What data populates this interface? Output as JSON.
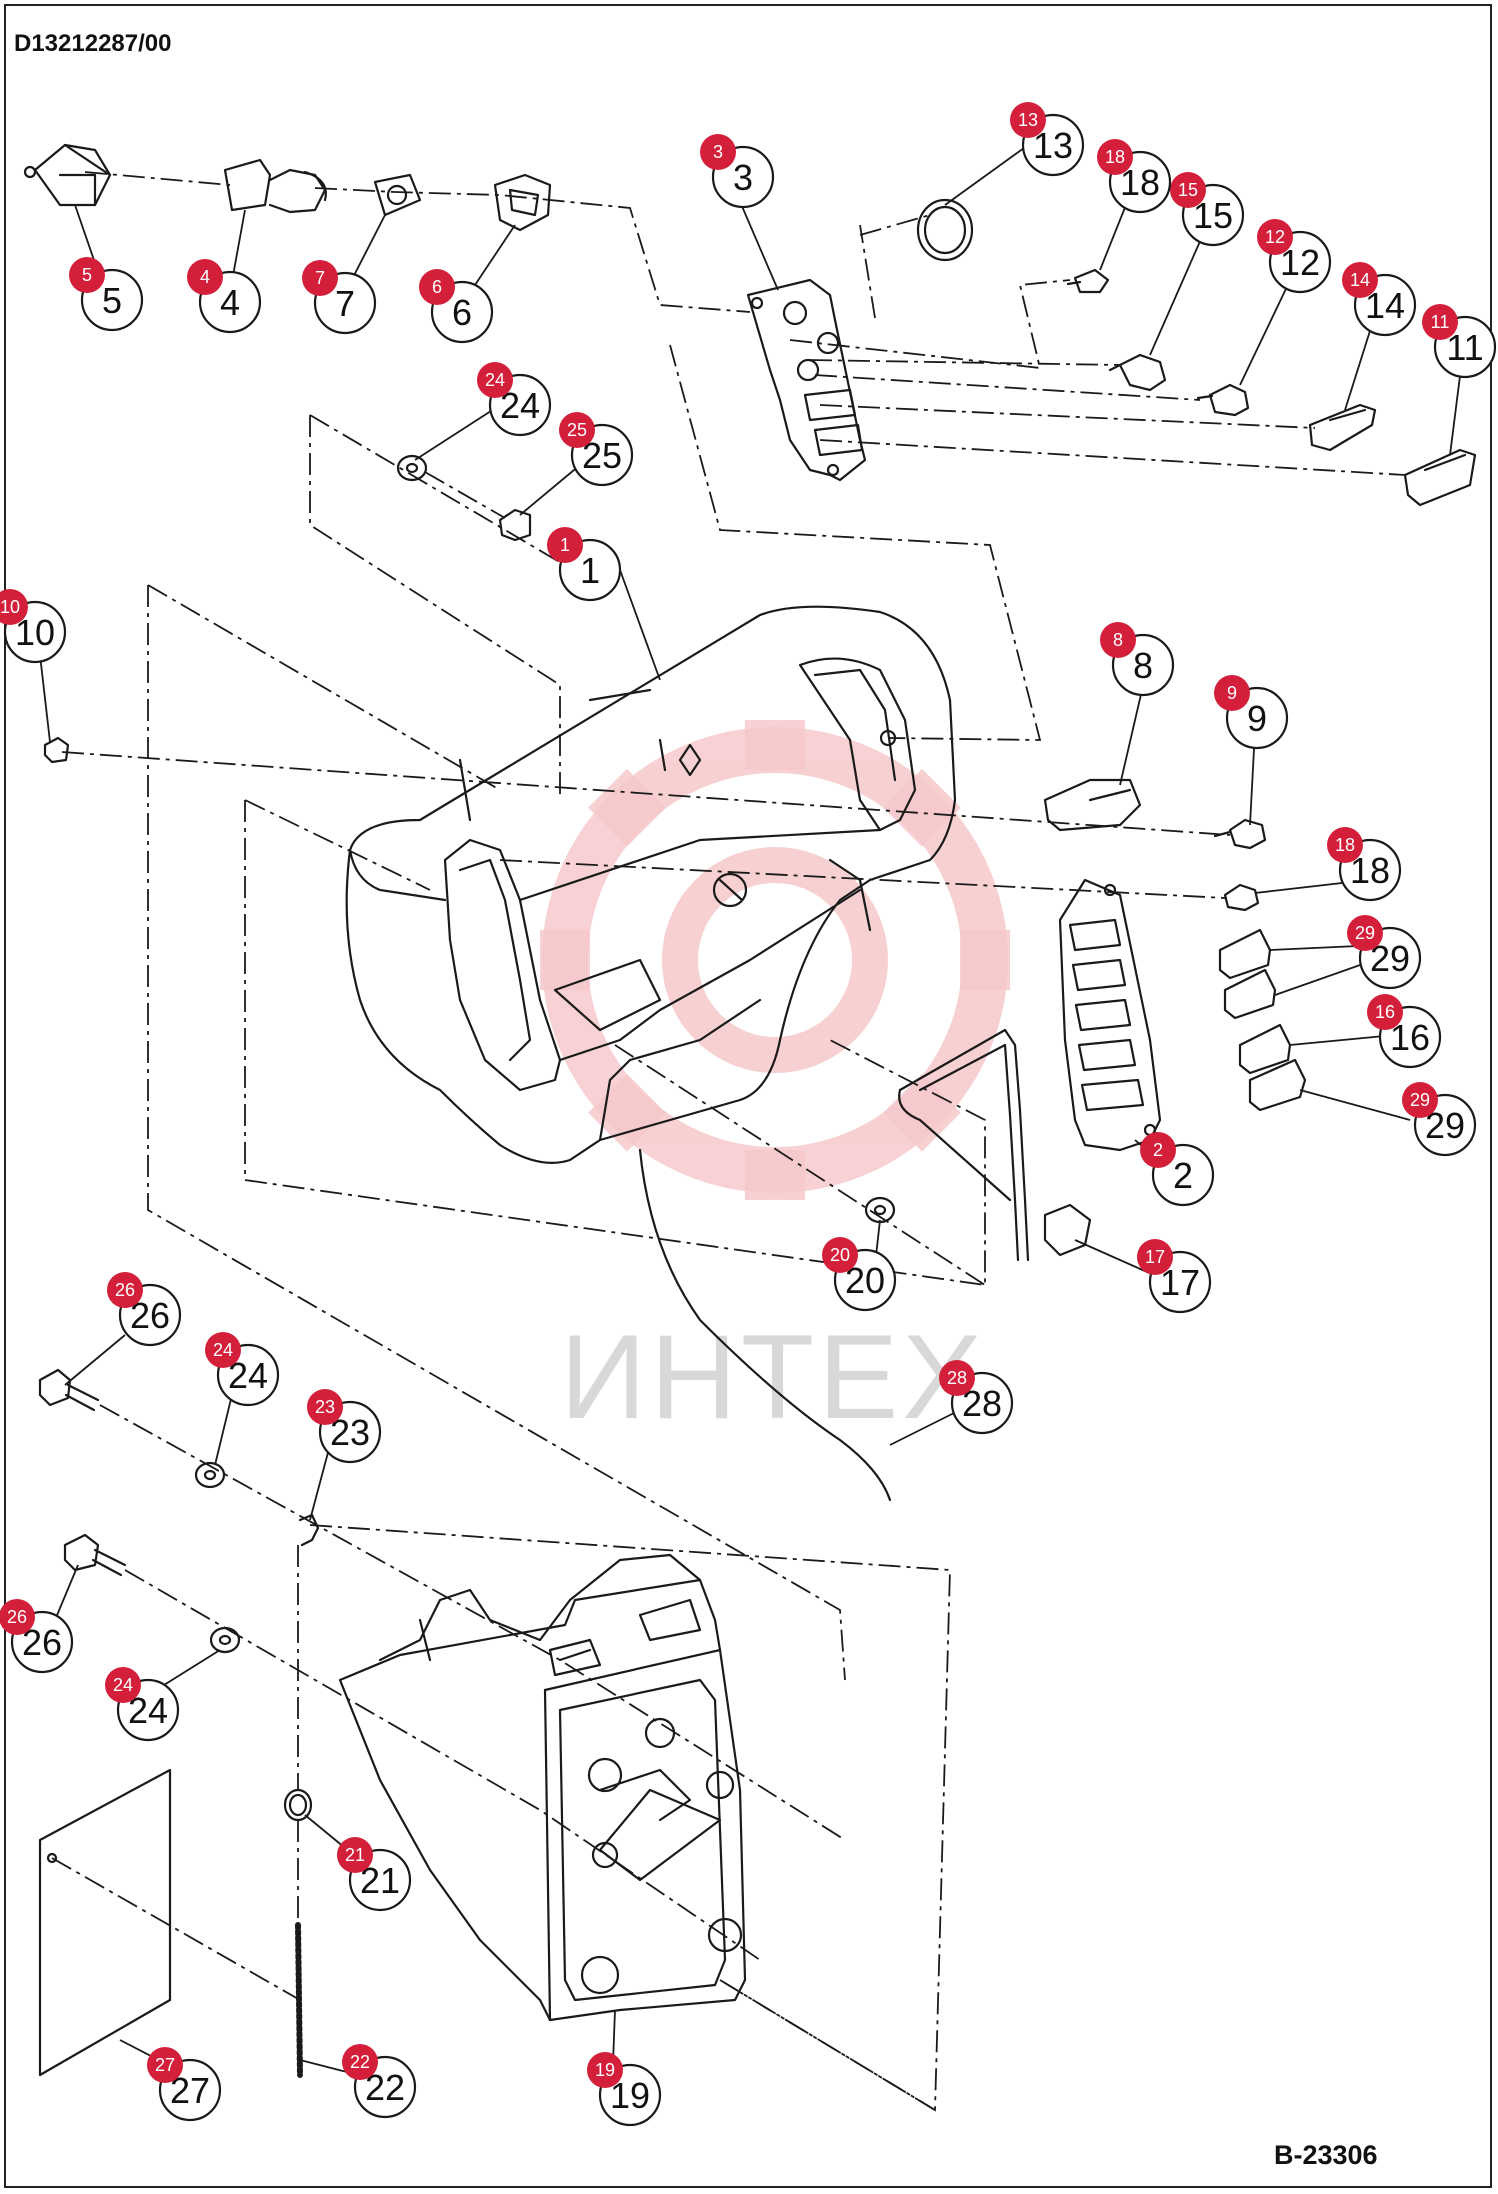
{
  "header": {
    "document_id": "D13212287/00"
  },
  "footer": {
    "figure_id": "B-23306"
  },
  "watermark": {
    "text": "ИНТЕХ"
  },
  "colors": {
    "badge": "#d41f3a",
    "line": "#1a1a1a",
    "watermark_gear": "#f6c9cb",
    "watermark_text": "#d8d8d8"
  },
  "callouts": [
    {
      "id": "c1",
      "label": "1"
    },
    {
      "id": "c2",
      "label": "2"
    },
    {
      "id": "c3",
      "label": "3"
    },
    {
      "id": "c4",
      "label": "4"
    },
    {
      "id": "c5",
      "label": "5"
    },
    {
      "id": "c6",
      "label": "6"
    },
    {
      "id": "c7",
      "label": "7"
    },
    {
      "id": "c8",
      "label": "8"
    },
    {
      "id": "c9",
      "label": "9"
    },
    {
      "id": "c10",
      "label": "10"
    },
    {
      "id": "c11",
      "label": "11"
    },
    {
      "id": "c12",
      "label": "12"
    },
    {
      "id": "c13",
      "label": "13"
    },
    {
      "id": "c14",
      "label": "14"
    },
    {
      "id": "c15",
      "label": "15"
    },
    {
      "id": "c16",
      "label": "16"
    },
    {
      "id": "c17",
      "label": "17"
    },
    {
      "id": "c18a",
      "label": "18"
    },
    {
      "id": "c18b",
      "label": "18"
    },
    {
      "id": "c19",
      "label": "19"
    },
    {
      "id": "c20",
      "label": "20"
    },
    {
      "id": "c21",
      "label": "21"
    },
    {
      "id": "c22",
      "label": "22"
    },
    {
      "id": "c23",
      "label": "23"
    },
    {
      "id": "c24a",
      "label": "24"
    },
    {
      "id": "c24b",
      "label": "24"
    },
    {
      "id": "c24c",
      "label": "24"
    },
    {
      "id": "c25",
      "label": "25"
    },
    {
      "id": "c26a",
      "label": "26"
    },
    {
      "id": "c26b",
      "label": "26"
    },
    {
      "id": "c27",
      "label": "27"
    },
    {
      "id": "c28",
      "label": "28"
    },
    {
      "id": "c29a",
      "label": "29"
    },
    {
      "id": "c29b",
      "label": "29"
    }
  ]
}
